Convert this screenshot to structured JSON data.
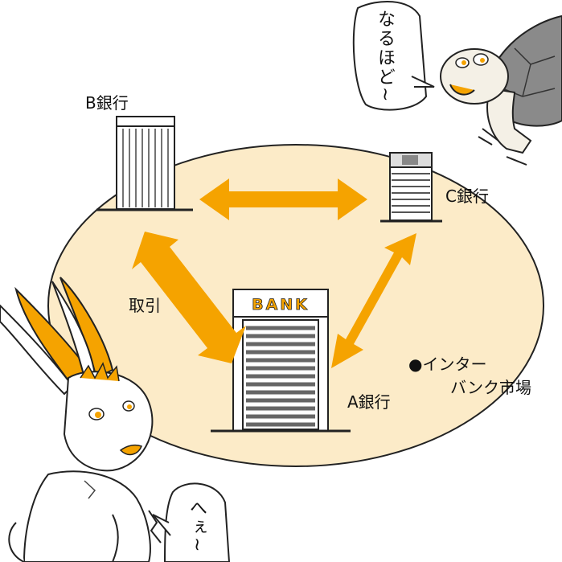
{
  "labels": {
    "bank_b": "B銀行",
    "bank_c": "C銀行",
    "bank_a": "A銀行",
    "bank_sign": "BANK",
    "torihiki": "取引",
    "market_line1": "●インター",
    "market_line2": "バンク市場"
  },
  "speech": {
    "turtle": "なるほど~",
    "rabbit": "へぇ~"
  },
  "colors": {
    "market_fill": "#fcebc8",
    "arrow": "#f5a300",
    "character_accent": "#f5a300",
    "outline": "#222222"
  },
  "icons": {
    "turtle": "turtle-character",
    "rabbit": "rabbit-character",
    "building": "bank-building"
  }
}
